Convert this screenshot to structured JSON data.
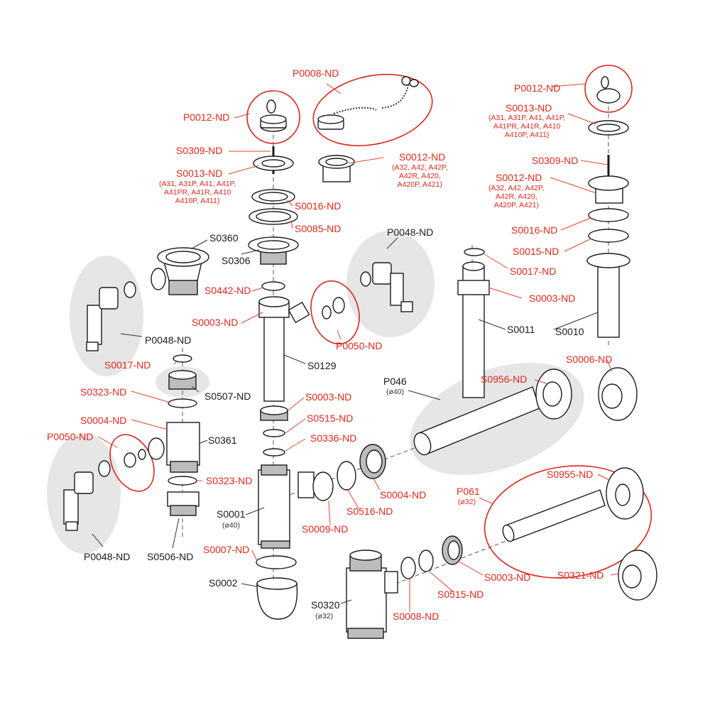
{
  "diagram": {
    "title": "Exploded view of sink/basin bottle trap parts",
    "colors": {
      "optional_part": "#e0291c",
      "standard_part": "#1a1a1a",
      "group_highlight": "#e6e6e6"
    },
    "labels": {
      "p0008": "P0008-ND",
      "p0012_left": "P0012-ND",
      "p0012_right": "P0012-ND",
      "s0309_left": "S0309-ND",
      "s0309_right": "S0309-ND",
      "s0013_left": "S0013-ND",
      "s0013_left_models": "(A31, A31P, A41, A41P,\nA41PR, A41R, A410\nA410P, A411)",
      "s0013_right": "S0013-ND",
      "s0013_right_models": "(A31, A31P, A41, A41P,\nA41PR, A41R, A410\nA410P, A411)",
      "s0012_mid": "S0012-ND",
      "s0012_mid_models": "(A32, A42, A42P,\nA42R, A420,\nA420P, A421)",
      "s0012_right": "S0012-ND",
      "s0012_right_models": "(A32, A42, A42P,\nA42R, A420,\nA420P, A421)",
      "s0016_left": "S0016-ND",
      "s0016_right": "S0016-ND",
      "s0085": "S0085-ND",
      "s0015": "S0015-ND",
      "s0360": "S0360",
      "s0306": "S0306",
      "p0048_top": "P0048-ND",
      "p0048_left": "P0048-ND",
      "p0048_bottom": "P0048-ND",
      "s0017_mid": "S0017-ND",
      "s0017_left": "S0017-ND",
      "s0442": "S0442-ND",
      "s0003_upper": "S0003-ND",
      "s0003_right": "S0003-ND",
      "s0003_center": "S0003-ND",
      "s0003_bottom": "S0003-ND",
      "p0050_upper": "P0050-ND",
      "p0050_lower": "P0050-ND",
      "s0011": "S0011",
      "s0010": "S0010",
      "s0129": "S0129",
      "s0507": "S0507-ND",
      "s0323_upper": "S0323-ND",
      "s0323_lower": "S0323-ND",
      "s0004_left": "S0004-ND",
      "s0004_right": "S0004-ND",
      "s0361": "S0361",
      "s0506": "S0506-ND",
      "p046": "P046",
      "p046_dia": "(ø40)",
      "s0956": "S0956-ND",
      "s0006": "S0006-ND",
      "s0515_upper": "S0515-ND",
      "s0515_lower": "S0515-ND",
      "s0336": "S0336-ND",
      "s0516": "S0516-ND",
      "s0001": "S0001",
      "s0001_dia": "(ø40)",
      "s0009": "S0009-ND",
      "s0007": "S0007-ND",
      "s0002": "S0002",
      "p061": "P061",
      "p061_dia": "(ø32)",
      "s0955": "S0955-ND",
      "s0320": "S0320",
      "s0320_dia": "(ø32)",
      "s0008": "S0008-ND",
      "s0321": "S0321-ND"
    }
  }
}
